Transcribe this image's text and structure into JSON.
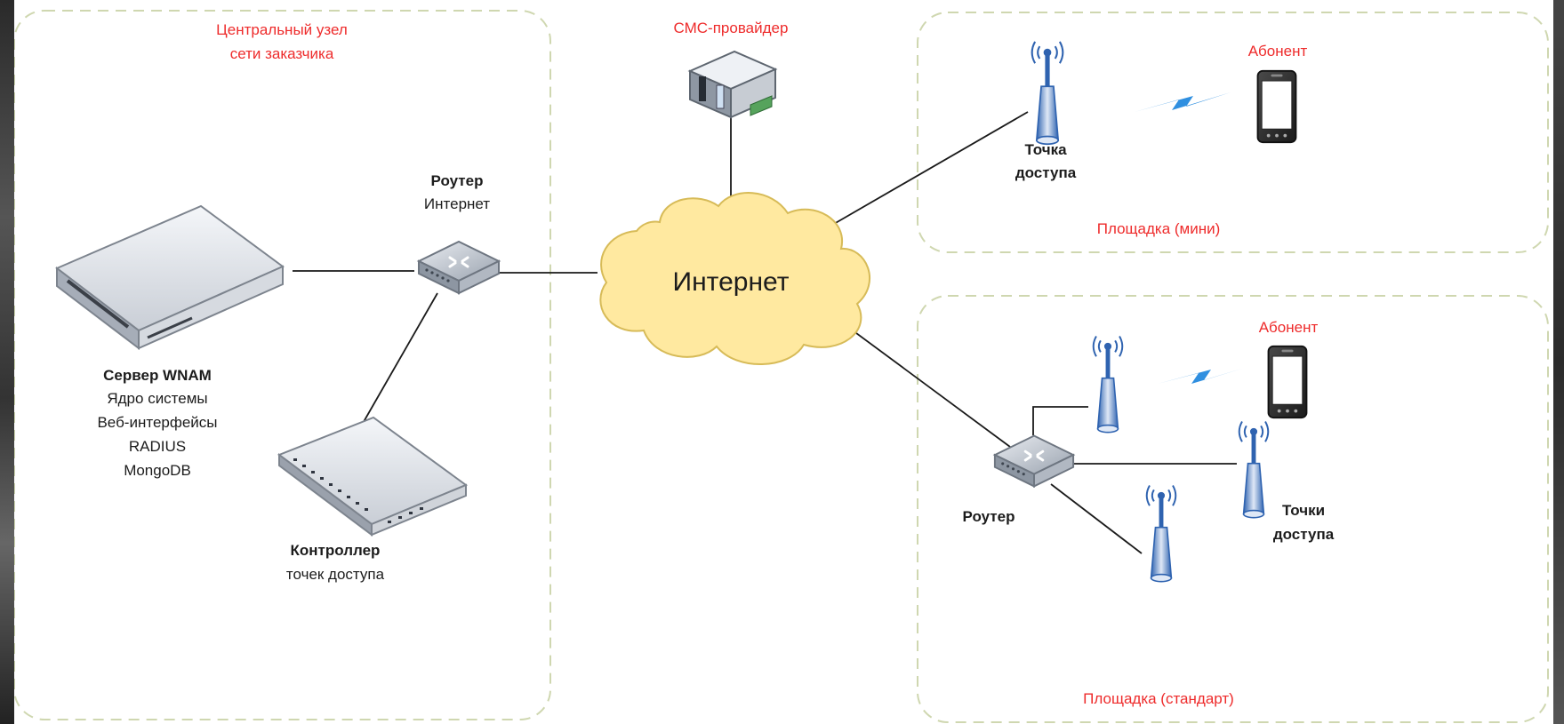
{
  "zones": {
    "central": {
      "title_line1": "Центральный узел",
      "title_line2": "сети заказчика"
    },
    "mini": {
      "title": "Площадка (мини)"
    },
    "standard": {
      "title": "Площадка (стандарт)"
    }
  },
  "sms_provider": {
    "label": "СМС-провайдер"
  },
  "internet_cloud": {
    "label": "Интернет"
  },
  "central_router": {
    "title": "Роутер",
    "subtitle": "Интернет"
  },
  "wnam_server": {
    "title": "Сервер WNAM",
    "lines": [
      "Ядро системы",
      "Веб-интерфейсы",
      "RADIUS",
      "MongoDB"
    ]
  },
  "controller": {
    "title": "Контроллер",
    "subtitle": "точек доступа"
  },
  "mini_site": {
    "access_point_line1": "Точка",
    "access_point_line2": "доступа",
    "subscriber": "Абонент"
  },
  "standard_site": {
    "router": "Роутер",
    "access_points_line1": "Точки",
    "access_points_line2": "доступа",
    "subscriber": "Абонент"
  },
  "colors": {
    "zone_border": "#cfd7b0",
    "red_label": "#ee2b2b",
    "cloud_fill": "#ffe9a0",
    "cloud_stroke": "#d7bb58",
    "ap_blue": "#2f63b0",
    "device_gray": "#c4cad3",
    "link": "#1a1a1a",
    "lightning": "#2f8fe0"
  }
}
